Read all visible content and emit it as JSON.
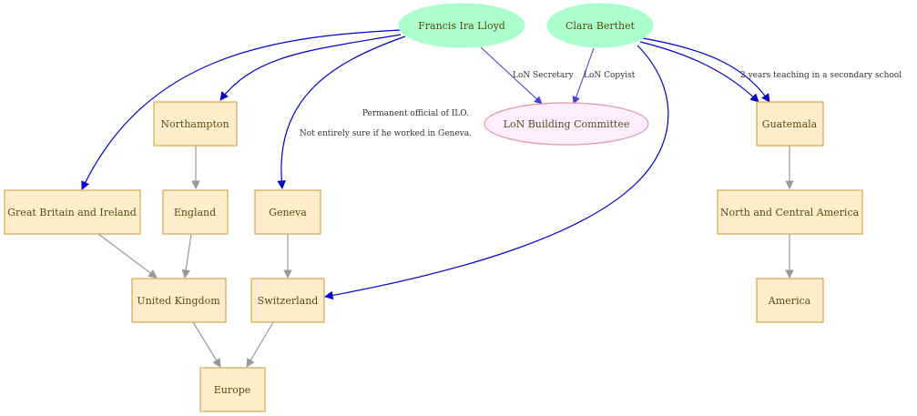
{
  "nodes": {
    "francis": "Francis Ira Lloyd",
    "clara": "Clara Berthet",
    "committee": "LoN Building Committee",
    "northampton": "Northampton",
    "guatemala": "Guatemala",
    "gbi": "Great Britain and Ireland",
    "england": "England",
    "geneva": "Geneva",
    "nca": "North and Central America",
    "uk": "United Kingdom",
    "switzerland": "Switzerland",
    "america": "America",
    "europe": "Europe"
  },
  "edge_labels": {
    "lon_secretary": "LoN Secretary",
    "lon_copyist": "LoN Copyist",
    "teaching": "2 years teaching in a secondary school",
    "ilo": "Permanent official of ILO.",
    "geneva_note": "Not entirely sure if he worked in Geneva."
  },
  "colors": {
    "person_fill": "#aaffcc",
    "place_fill": "#ffeecc",
    "place_stroke": "#d9a64e",
    "committee_fill": "#ffeeff",
    "committee_stroke": "#e09aa8",
    "edge_blue": "#0000cc",
    "edge_gray": "#999999"
  }
}
